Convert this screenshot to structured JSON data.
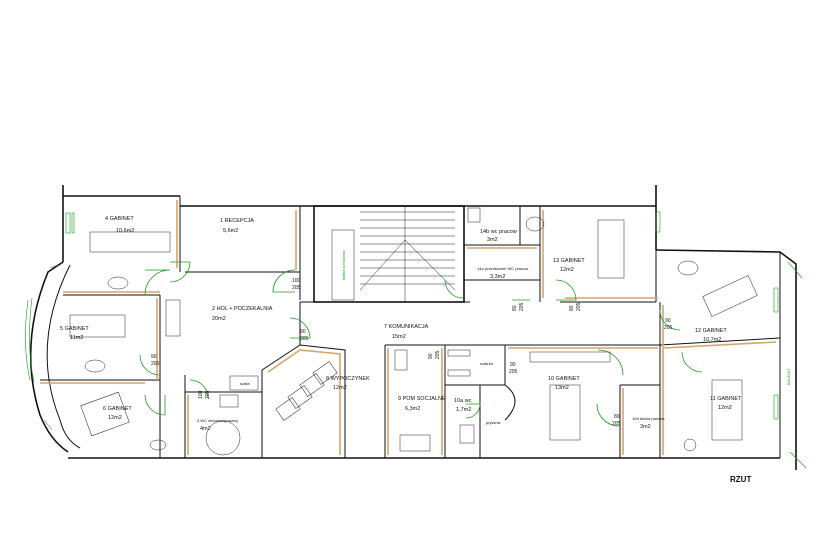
{
  "title": "RZUT",
  "rooms": [
    {
      "name": "4 GABINET",
      "area": "10,6m2"
    },
    {
      "name": "1 RECEPCJA",
      "area": "5,6m2"
    },
    {
      "name": "2 HOL + POCZEKALNIA",
      "area": "20m2"
    },
    {
      "name": "5 GABINET",
      "area": "11m2"
    },
    {
      "name": "6 GABINET",
      "area": "12m2"
    },
    {
      "name": "3 WC niepełnosprawny",
      "area": "4m2"
    },
    {
      "name": "8 WYPOCZYNEK",
      "area": "12m2"
    },
    {
      "name": "7 KOMUNIKACJA",
      "area": "15m2"
    },
    {
      "name": "9 POM SOCJALNE",
      "area": "6,3m2"
    },
    {
      "name": "10a wc",
      "area": "1,7m2"
    },
    {
      "name": "10 GABINET",
      "area": "13m2"
    },
    {
      "name": "10d łaźnia parowa",
      "area": "3m2"
    },
    {
      "name": "11 GABINET",
      "area": "12m2"
    },
    {
      "name": "12 GABINET",
      "area": "10,7m2"
    },
    {
      "name": "13 GABINET",
      "area": "12m2"
    },
    {
      "name": "14a przedsionek WC pracow.",
      "area": "3,3m2"
    },
    {
      "name": "14b wc pracow",
      "area": "3m2"
    }
  ],
  "extra_labels": {
    "szafa": "szafa",
    "szatnia": "szatnia",
    "prysznic": "prysznic",
    "balkon": "BALKON",
    "stairs": "klatka schodowa"
  },
  "doors": [
    {
      "w": "100",
      "h": "205"
    },
    {
      "w": "90",
      "h": "205"
    },
    {
      "w": "90",
      "h": "205"
    },
    {
      "w": "100",
      "h": "205"
    },
    {
      "w": "90",
      "h": "205"
    },
    {
      "w": "80",
      "h": "205"
    },
    {
      "w": "80",
      "h": "205"
    },
    {
      "w": "90",
      "h": "205"
    },
    {
      "w": "80",
      "h": "205"
    },
    {
      "w": "90",
      "h": "205"
    }
  ],
  "colors": {
    "walls": "#111111",
    "finish": "#d9a468",
    "doors": "#1a9e1a"
  }
}
